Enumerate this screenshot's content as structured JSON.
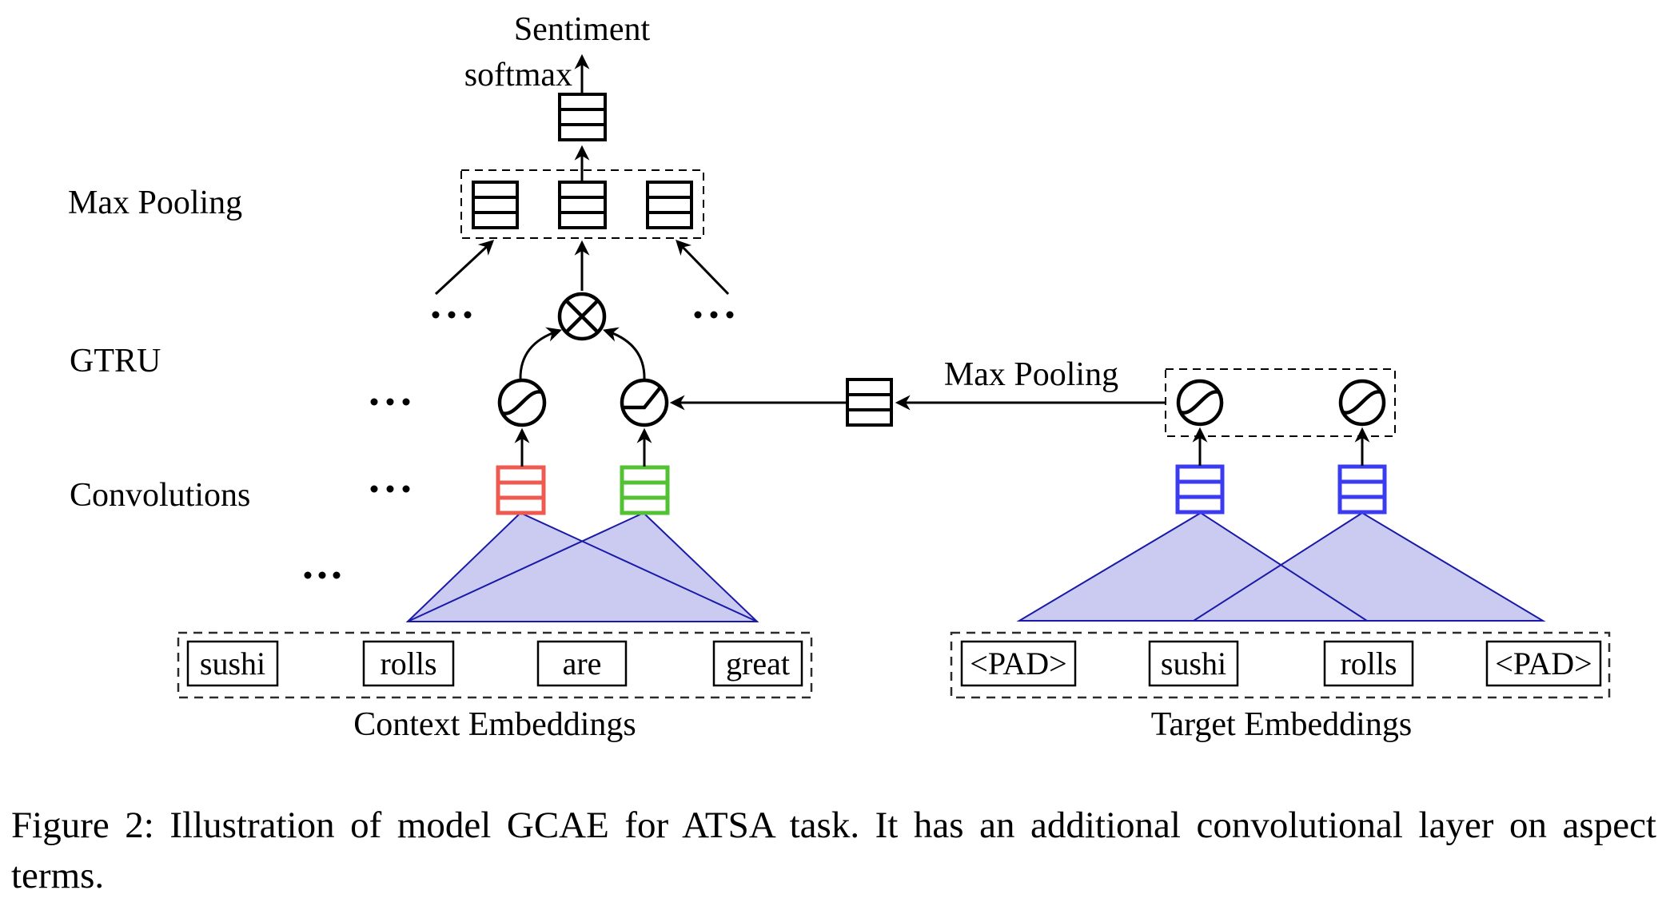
{
  "figure": {
    "labels": {
      "sentiment": "Sentiment",
      "softmax": "softmax",
      "max_pooling_left": "Max Pooling",
      "gtru": "GTRU",
      "convolutions": "Convolutions",
      "max_pooling_right": "Max Pooling",
      "context_embeddings": "Context Embeddings",
      "target_embeddings": "Target Embeddings"
    },
    "context_words": [
      "sushi",
      "rolls",
      "are",
      "great"
    ],
    "target_words": [
      "<PAD>",
      "sushi",
      "rolls",
      "<PAD>"
    ],
    "colors": {
      "context_conv_1": "#ee5a50",
      "context_conv_2": "#52c234",
      "target_conv": "#3b3bf2",
      "window_fill": "#cbcbf2",
      "window_stroke": "#1a1aa8"
    }
  },
  "caption": {
    "line1": "Figure 2: Illustration of model GCAE for ATSA task. It has an additional convolutional layer on aspect",
    "line2": "terms."
  }
}
